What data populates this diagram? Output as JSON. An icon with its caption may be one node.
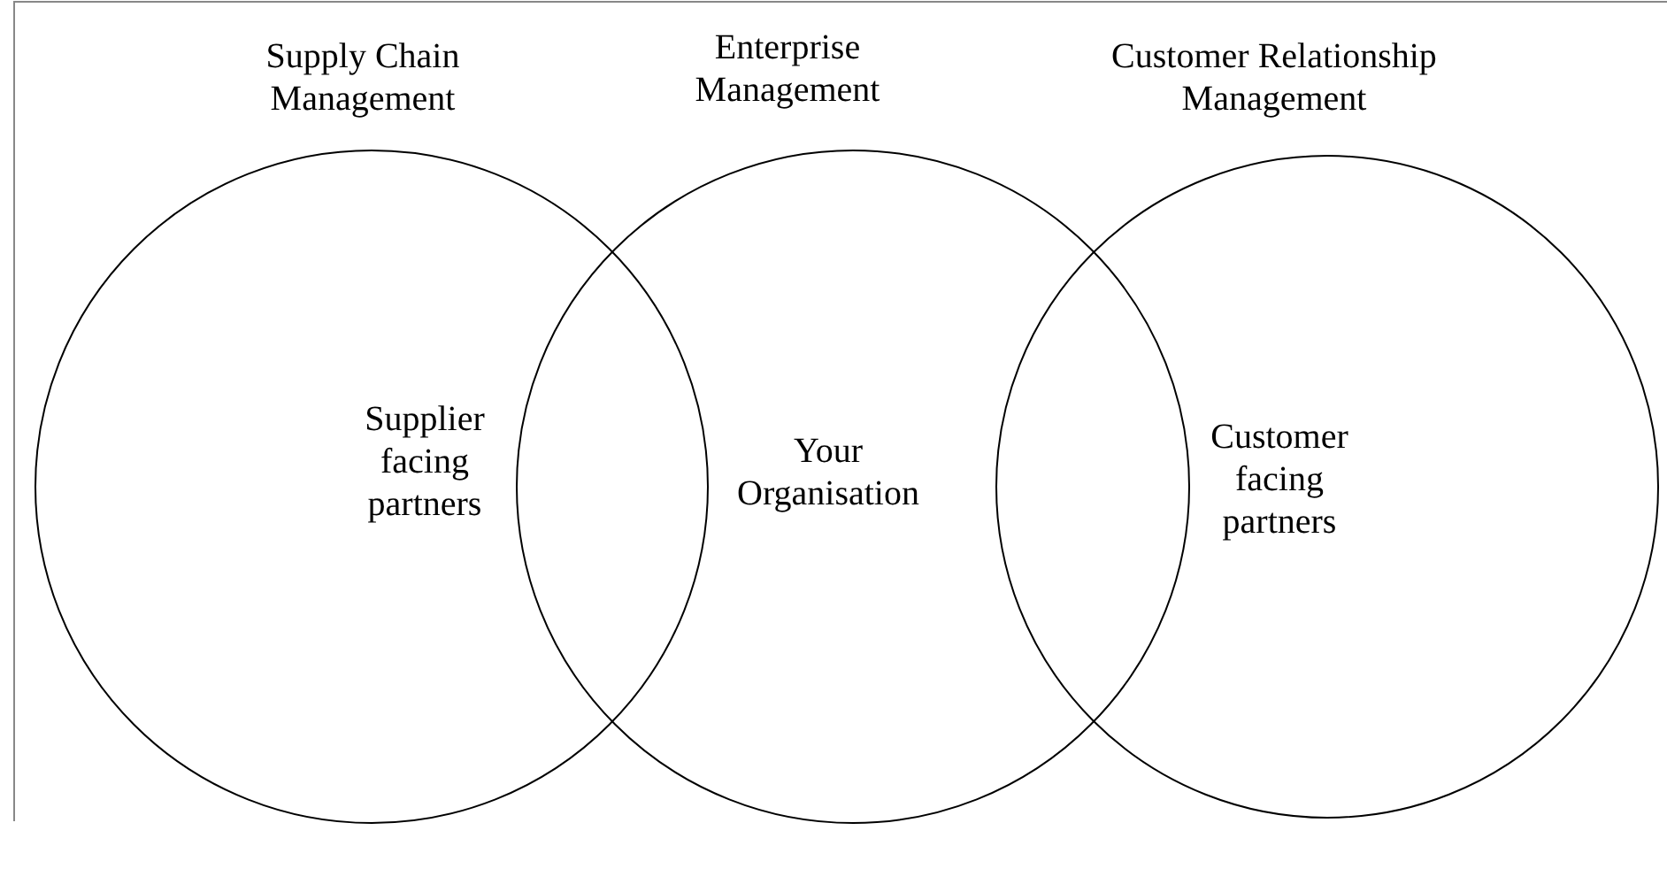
{
  "diagram": {
    "nodes": [
      {
        "text": [
          "Supply Chain Management",
          "Supplier facing partners"
        ]
      },
      {
        "text": [
          "Enterprise Management",
          "Your Organisation"
        ]
      },
      {
        "text": [
          "Customer Relationship Management",
          "Customer facing partners"
        ]
      }
    ]
  }
}
